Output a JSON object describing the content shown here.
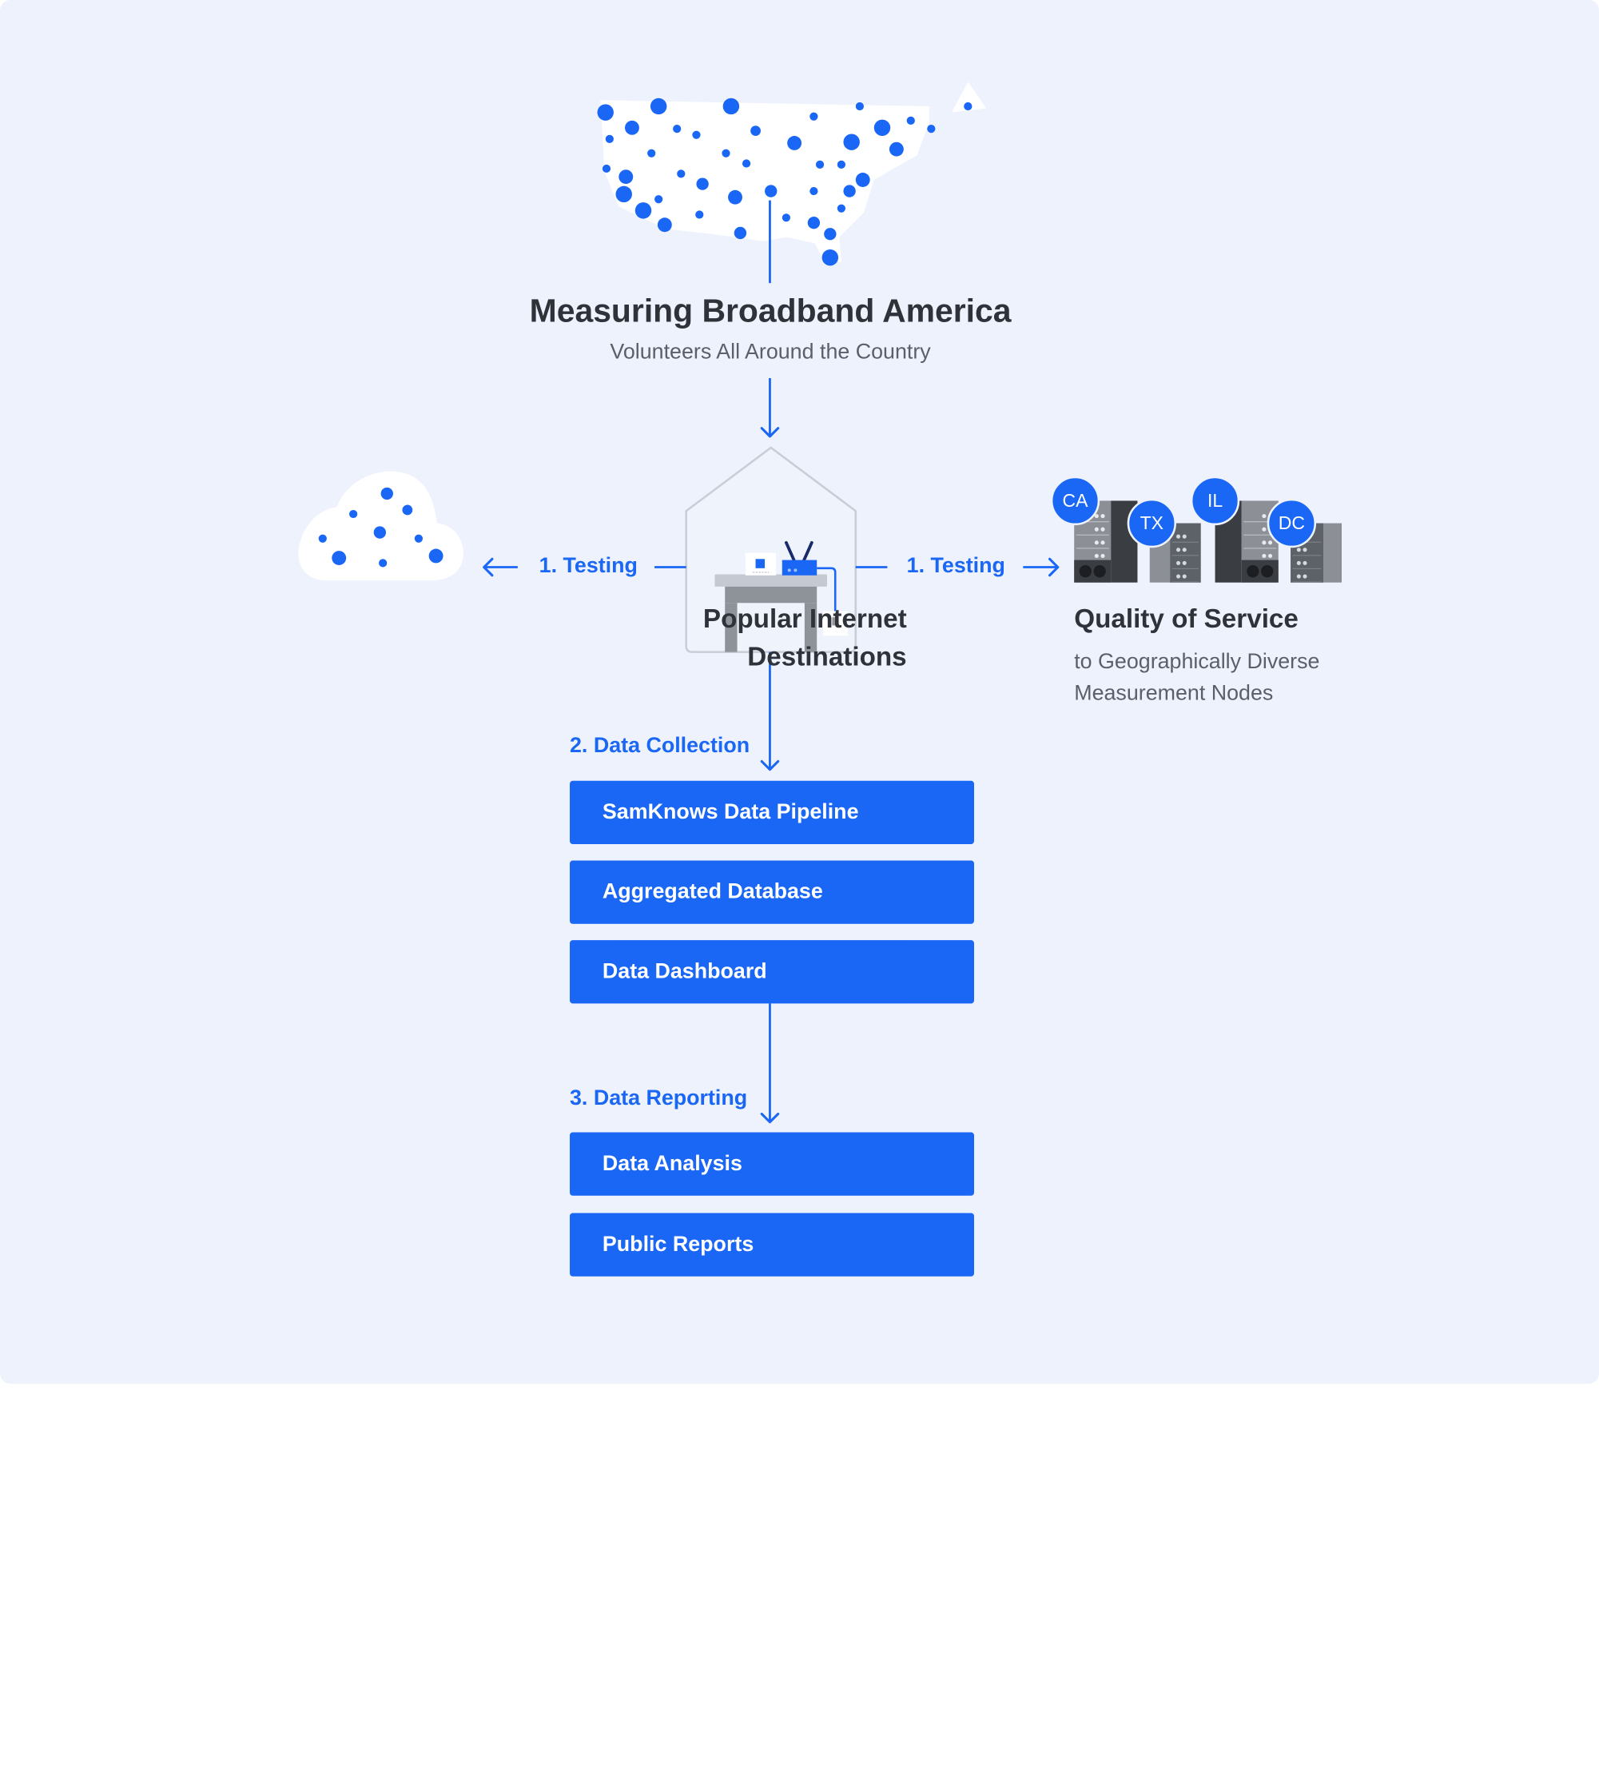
{
  "header": {
    "title": "Measuring Broadband America",
    "subtitle": "Volunteers All Around the Country"
  },
  "left": {
    "step_label": "1. Testing",
    "heading_line1": "Popular Internet",
    "heading_line2": "Destinations"
  },
  "right": {
    "step_label": "1. Testing",
    "heading": "Quality of Service",
    "desc_line1": "to Geographically Diverse",
    "desc_line2": "Measurement Nodes",
    "nodes": [
      "CA",
      "TX",
      "IL",
      "DC"
    ]
  },
  "collection": {
    "step_label": "2. Data Collection",
    "boxes": [
      "SamKnows Data Pipeline",
      "Aggregated Database",
      "Data Dashboard"
    ]
  },
  "reporting": {
    "step_label": "3. Data Reporting",
    "boxes": [
      "Data Analysis",
      "Public Reports"
    ]
  },
  "colors": {
    "accent": "#1a66f5",
    "background": "#edf2fc",
    "text_dark": "#2f3339",
    "text_muted": "#5a5f68",
    "server_dark": "#3a3d42",
    "server_light": "#8c8f96"
  }
}
